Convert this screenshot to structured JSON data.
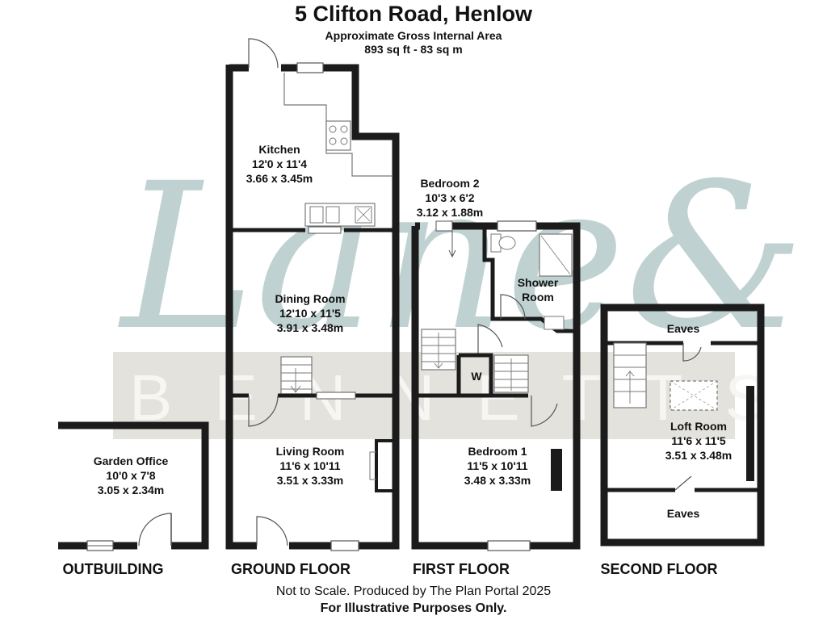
{
  "header": {
    "title": "5 Clifton Road, Henlow",
    "area_label": "Approximate Gross Internal Area",
    "area_value": "893 sq ft - 83 sq m"
  },
  "rooms": {
    "kitchen": {
      "name": "Kitchen",
      "imperial": "12'0 x 11'4",
      "metric": "3.66 x 3.45m"
    },
    "dining": {
      "name": "Dining Room",
      "imperial": "12'10 x 11'5",
      "metric": "3.91 x 3.48m"
    },
    "living": {
      "name": "Living Room",
      "imperial": "11'6 x 10'11",
      "metric": "3.51 x 3.33m"
    },
    "garden_office": {
      "name": "Garden Office",
      "imperial": "10'0 x 7'8",
      "metric": "3.05 x 2.34m"
    },
    "bedroom2": {
      "name": "Bedroom 2",
      "imperial": "10'3 x 6'2",
      "metric": "3.12 x 1.88m"
    },
    "shower": {
      "name": "Shower",
      "name2": "Room"
    },
    "bedroom1": {
      "name": "Bedroom 1",
      "imperial": "11'5 x 10'11",
      "metric": "3.48 x 3.33m"
    },
    "wardrobe": {
      "name": "W"
    },
    "loft": {
      "name": "Loft Room",
      "imperial": "11'6 x 11'5",
      "metric": "3.51 x 3.48m"
    },
    "eaves_top": {
      "name": "Eaves"
    },
    "eaves_bottom": {
      "name": "Eaves"
    }
  },
  "floors": {
    "outbuilding": "OUTBUILDING",
    "ground": "GROUND FLOOR",
    "first": "FIRST FLOOR",
    "second": "SECOND FLOOR"
  },
  "footer": {
    "disclaimer": "Not to Scale. Produced by The Plan Portal 2025",
    "illustrative": "For Illustrative Purposes Only."
  },
  "watermark": {
    "script": "Lane&",
    "caps": "BENNETTS",
    "colors": {
      "script": "#a9c3c1",
      "band": "#e4e2dd",
      "caps": "#f4f3f0"
    }
  },
  "colors": {
    "wall": "#1b1b1b",
    "fixture": "#777777",
    "window": "#555555"
  }
}
